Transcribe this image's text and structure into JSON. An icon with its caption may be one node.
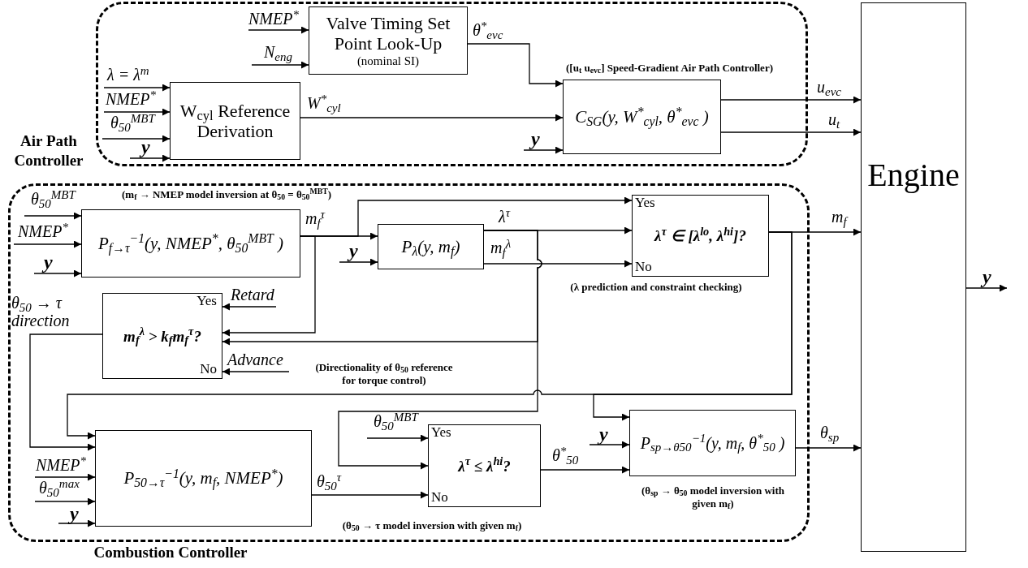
{
  "diagram": {
    "nodes": [
      {
        "text": [
          "Air Path Controller"
        ]
      },
      {
        "text": [
          "Valve Timing Set Point Look-Up",
          "(nominal SI)"
        ],
        "in": 0
      },
      {
        "text": [
          "W$_{cyl}$ Reference Derivation"
        ],
        "in": 0
      },
      {
        "text": [
          "C$_{SG}$(y, W$^{*}$$_{cyl}$, θ$^{*}$$_{evc}$ )"
        ],
        "in": 0,
        "beside": [
          "([u$_{t}$ u$_{evc}$] Speed-Gradient Air Path Controller)"
        ]
      },
      {
        "text": [
          "Engine"
        ]
      },
      {
        "text": [
          "Combustion Controller"
        ]
      },
      {
        "text": [
          "P$_{f→τ}$$^{−1}$(y, NMEP$^{*}$, θ$_{50}$$^{MBT}$ )"
        ],
        "in": 5,
        "beside": [
          "(m$_{f}$ → NMEP model inversion at θ$_{50}$ = θ$_{50}$$^{MBT}$)"
        ]
      },
      {
        "text": [
          "P$_{λ}$(y, m$_{f}$)"
        ],
        "in": 5
      },
      {
        "text": [
          "Yes",
          "λ$^{τ}$ ∈ [λ$^{lo}$, λ$^{hi}$]?",
          "No"
        ],
        "in": 5,
        "beside": [
          "(λ prediction and constraint checking)"
        ]
      },
      {
        "text": [
          "Yes",
          "m$_{f}$$^{λ}$ > k$_{f}$m$_{f}$$^{τ}$?",
          "No"
        ],
        "in": 5
      },
      {
        "text": [
          "P$_{50→τ}$$^{−1}$(y, m$_{f}$, NMEP$^{*}$)"
        ],
        "in": 5
      },
      {
        "text": [
          "Yes",
          "λ$^{τ}$ ≤ λ$^{hi}$?",
          "No"
        ],
        "in": 5
      },
      {
        "text": [
          "P$_{sp→θ50}$$^{−1}$(y, m$_{f}$, θ$^{*}$$_{50}$ )"
        ],
        "in": 5,
        "beside": [
          "(θ$_{sp}$ → θ$_{50}$ model inversion with given m$_{f}$)"
        ]
      }
    ],
    "edges": [
      {
        "from": null,
        "to": 1,
        "arrow": "to",
        "label": "NMEP$^{*}$"
      },
      {
        "from": null,
        "to": 1,
        "arrow": "to",
        "label": "N$_{eng}$"
      },
      {
        "from": null,
        "to": 2,
        "arrow": "to",
        "label": "λ = λ$^{m}$"
      },
      {
        "from": null,
        "to": 2,
        "arrow": "to",
        "label": "NMEP$^{*}$"
      },
      {
        "from": null,
        "to": 2,
        "arrow": "to",
        "label": "θ$_{50}$$^{MBT}$"
      },
      {
        "from": null,
        "to": 2,
        "arrow": "to",
        "label": "y"
      },
      {
        "from": 1,
        "to": 3,
        "arrow": "to",
        "label": "θ$^{*}$$_{evc}$"
      },
      {
        "from": 2,
        "to": 3,
        "arrow": "to",
        "label": "W$^{*}$$_{cyl}$"
      },
      {
        "from": null,
        "to": 3,
        "arrow": "to",
        "label": "y"
      },
      {
        "from": 3,
        "to": 4,
        "arrow": "to",
        "label": "u$_{evc}$"
      },
      {
        "from": 3,
        "to": 4,
        "arrow": "to",
        "label": "u$_{t}$"
      },
      {
        "from": null,
        "to": 6,
        "arrow": "to",
        "label": "θ$_{50}$$^{MBT}$"
      },
      {
        "from": null,
        "to": 6,
        "arrow": "to",
        "label": "NMEP$^{*}$"
      },
      {
        "from": null,
        "to": 6,
        "arrow": "to",
        "label": "y"
      },
      {
        "from": 6,
        "to": 7,
        "arrow": "to",
        "label": "m$_{f}$$^{τ}$"
      },
      {
        "from": 6,
        "to": 8,
        "arrow": "to"
      },
      {
        "from": 6,
        "to": 9,
        "arrow": "to"
      },
      {
        "from": null,
        "to": 7,
        "arrow": "to",
        "label": "y"
      },
      {
        "from": 7,
        "to": 8,
        "arrow": "to",
        "label": "λ$^{τ}$"
      },
      {
        "from": 7,
        "to": 8,
        "arrow": "to",
        "label": "m$_{f}$$^{λ}$"
      },
      {
        "from": 7,
        "to": 9,
        "arrow": "to"
      },
      {
        "from": 7,
        "to": 11,
        "arrow": "to"
      },
      {
        "from": 8,
        "to": 4,
        "arrow": "to",
        "label": "m$_{f}$"
      },
      {
        "from": 8,
        "to": 10,
        "arrow": "to"
      },
      {
        "from": 8,
        "to": 12,
        "arrow": "to"
      },
      {
        "from": null,
        "to": 9,
        "arrow": "to",
        "label": "Retard"
      },
      {
        "from": null,
        "to": 9,
        "arrow": "to",
        "label": "Advance"
      },
      {
        "from": 9,
        "to": 10,
        "arrow": "to",
        "label": "θ$_{50}$ → τ direction"
      },
      {
        "from": null,
        "to": 10,
        "arrow": "to",
        "label": "NMEP$^{*}$"
      },
      {
        "from": null,
        "to": 10,
        "arrow": "to",
        "label": "θ$_{50}$$^{max}$"
      },
      {
        "from": null,
        "to": 10,
        "arrow": "to",
        "label": "y"
      },
      {
        "from": 10,
        "to": 11,
        "arrow": "to",
        "label": "θ$_{50}$$^{τ}$"
      },
      {
        "from": null,
        "to": 11,
        "arrow": "to",
        "label": "θ$_{50}$$^{MBT}$"
      },
      {
        "from": 11,
        "to": 12,
        "arrow": "to",
        "label": "θ$^{*}$$_{50}$"
      },
      {
        "from": null,
        "to": 12,
        "arrow": "to",
        "label": "y"
      },
      {
        "from": 12,
        "to": 4,
        "arrow": "to",
        "label": "θ$_{sp}$"
      },
      {
        "from": 4,
        "to": null,
        "arrow": "to",
        "label": "y"
      }
    ],
    "labels": [
      "(Directionality of θ$_{50}$ reference for torque control)",
      "(θ$_{50}$ → τ model inversion with given m$_{f}$)"
    ]
  }
}
